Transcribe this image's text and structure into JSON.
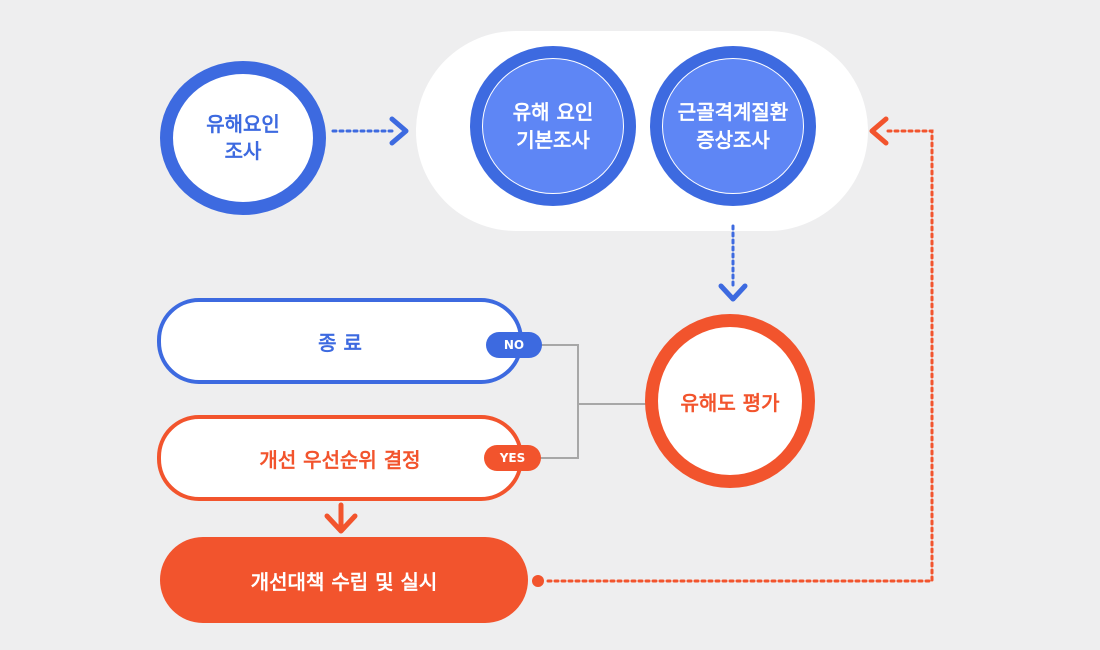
{
  "nodes": {
    "hazard_survey": {
      "line1": "유해요인",
      "line2": "조사"
    },
    "basic_survey": {
      "line1": "유해 요인",
      "line2": "기본조사"
    },
    "symptom_survey": {
      "line1": "근골격계질환",
      "line2": "증상조사"
    },
    "risk_assessment": {
      "label": "유해도 평가"
    },
    "end": {
      "label": "종 료"
    },
    "priority": {
      "label": "개선 우선순위 결정"
    },
    "action": {
      "label": "개선대책 수립 및 실시"
    }
  },
  "decision_tags": {
    "no": "NO",
    "yes": "YES"
  },
  "colors": {
    "blue": "#3d6ae0",
    "blue_light": "#5e86f5",
    "orange": "#f2542d",
    "gray_line": "#a7a7a7"
  }
}
